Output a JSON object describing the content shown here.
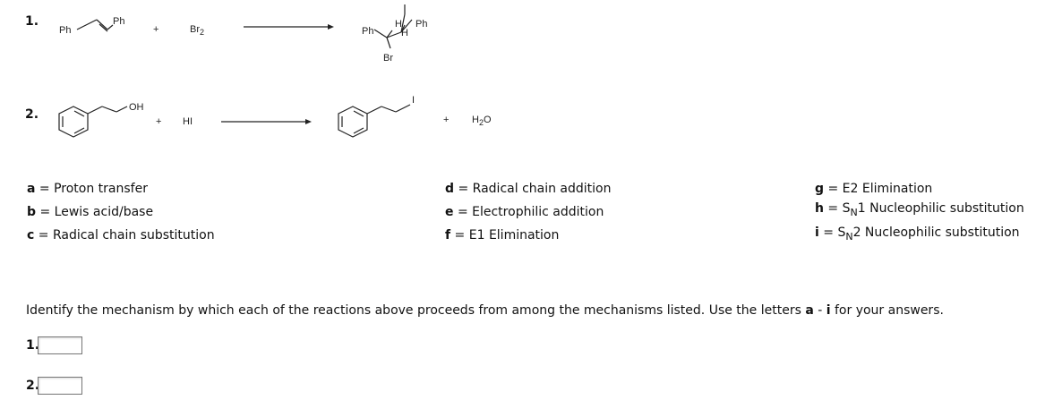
{
  "reaction1": {
    "number": "1.",
    "reactant_left_label": "Ph",
    "reactant_right_label": "Ph",
    "plus": "+",
    "reagent_main": "Br",
    "reagent_sub": "2",
    "product_labels": {
      "left": "Ph",
      "h_top": "H",
      "h_right": "H",
      "ph_right": "Ph",
      "br_bottom": "Br"
    }
  },
  "reaction2": {
    "number": "2.",
    "reactant_group": "OH",
    "plus": "+",
    "reagent": "HI",
    "product_group": "I",
    "plus2": "+",
    "byproduct_main": "H",
    "byproduct_sub": "2",
    "byproduct_tail": "O"
  },
  "mechanisms": [
    {
      "letter": "a",
      "sep": " = ",
      "text": "Proton transfer"
    },
    {
      "letter": "b",
      "sep": " = ",
      "text": "Lewis acid/base"
    },
    {
      "letter": "c",
      "sep": " = ",
      "text": "Radical chain substitution"
    },
    {
      "letter": "d",
      "sep": " = ",
      "text": "Radical chain addition"
    },
    {
      "letter": "e",
      "sep": " = ",
      "text": "Electrophilic addition"
    },
    {
      "letter": "f",
      "sep": " = ",
      "text": "E1 Elimination"
    },
    {
      "letter": "g",
      "sep": " = ",
      "text": "E2 Elimination"
    },
    {
      "letter": "h",
      "sep": " = ",
      "pre": "S",
      "sub": "N",
      "text": "1 Nucleophilic substitution"
    },
    {
      "letter": "i",
      "sep": " = ",
      "pre": "S",
      "sub": "N",
      "text": "2 Nucleophilic substitution"
    }
  ],
  "instructions": {
    "text_before": "Identify the mechanism by which each of the reactions above proceeds from among the mechanisms listed. Use the letters ",
    "letter_a": "a",
    "dash": " - ",
    "letter_i": "i",
    "text_after": " for your answers."
  },
  "answers": [
    {
      "label": "1.",
      "value": ""
    },
    {
      "label": "2.",
      "value": ""
    }
  ]
}
